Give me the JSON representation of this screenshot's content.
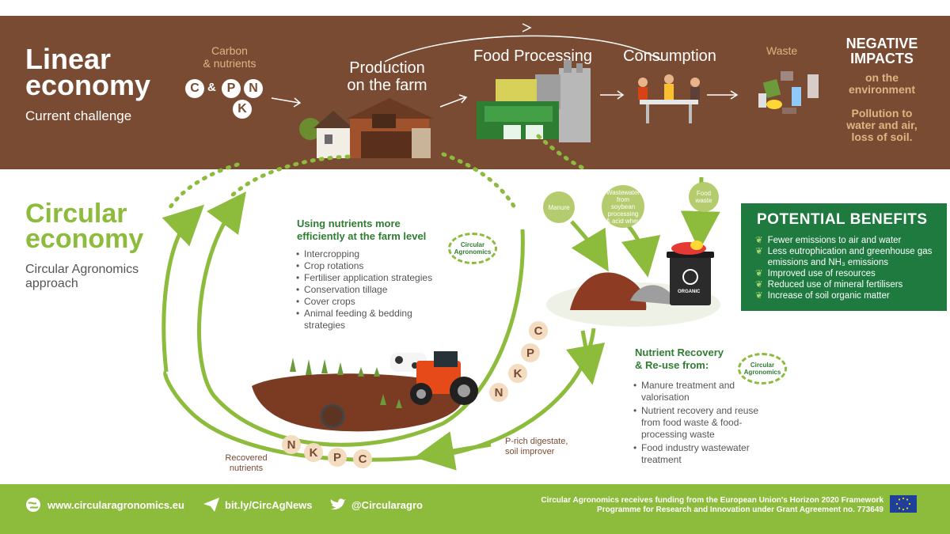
{
  "linear": {
    "title_line1": "Linear",
    "title_line2": "economy",
    "subtitle": "Current challenge",
    "carbon_label_line1": "Carbon",
    "carbon_label_line2": "& nutrients",
    "badges": [
      "C",
      "&",
      "P",
      "N",
      "K"
    ],
    "production_line1": "Production",
    "production_line2": "on the farm",
    "food_processing": "Food Processing",
    "consumption": "Consumption",
    "waste": "Waste",
    "negative_line1": "NEGATIVE",
    "negative_line2": "IMPACTS",
    "on_env_line1": "on the",
    "on_env_line2": "environment",
    "pollution_line1": "Pollution to",
    "pollution_line2": "water and air,",
    "pollution_line3": "loss of soil."
  },
  "circular": {
    "title_line1": "Circular",
    "title_line2": "economy",
    "approach_line1": "Circular Agronomics",
    "approach_line2": "approach",
    "farm_title_line1": "Using nutrients more",
    "farm_title_line2": "efficiently at the farm level",
    "farm_items": [
      "Intercropping",
      "Crop rotations",
      "Fertiliser application strategies",
      "Conservation tillage",
      "Cover crops",
      "Animal feeding & bedding strategies"
    ],
    "logo_text_line1": "Circular",
    "logo_text_line2": "Agronomics",
    "bubble_manure": "Manure",
    "bubble_wastewater": "Wastewater from soybean processing & acid whey",
    "bubble_food_waste": "Food waste",
    "bin_label": "ORGANIC",
    "recovery_title_line1": "Nutrient Recovery",
    "recovery_title_line2": "& Re-use from:",
    "recovery_items": [
      "Manure treatment and valorisation",
      "Nutrient recovery and reuse from food waste & food-processing waste",
      "Food industry wastewater treatment"
    ],
    "prich_line1": "P-rich digestate,",
    "prich_line2": "soil improver",
    "recovered_line1": "Recovered",
    "recovered_line2": "nutrients",
    "nutrients_arc": [
      "C",
      "P",
      "K",
      "N"
    ],
    "nutrients_bottom": [
      "N",
      "K",
      "P",
      "C"
    ]
  },
  "benefits": {
    "title": "POTENTIAL BENEFITS",
    "items": [
      "Fewer emissions to air and water",
      "Less eutrophication and greenhouse gas emissions and NH₃ emissions",
      "Improved use of resources",
      "Reduced use of mineral fertilisers",
      "Increase of soil organic matter"
    ]
  },
  "footer": {
    "website": "www.circularagronomics.eu",
    "link": "bit.ly/CircAgNews",
    "twitter": "@Circularagro",
    "funding_line1": "Circular Agronomics receives funding from the European Union's Horizon 2020 Framework",
    "funding_line2": "Programme for Research and Innovation under Grant Agreement no. 773649"
  },
  "colors": {
    "brown_band": "#7a4b33",
    "light_green": "#8dbb3c",
    "dark_green": "#1e7a3f",
    "tan": "#e0b481"
  },
  "icons": [
    "house-barn-icon",
    "factory-icon",
    "dining-table-icon",
    "waste-pile-icon",
    "compost-pile-icon",
    "organic-bin-icon",
    "tractor-cow-icon",
    "globe-icon",
    "paper-plane-icon",
    "twitter-bird-icon",
    "eu-flag-icon",
    "leaf-icon"
  ]
}
